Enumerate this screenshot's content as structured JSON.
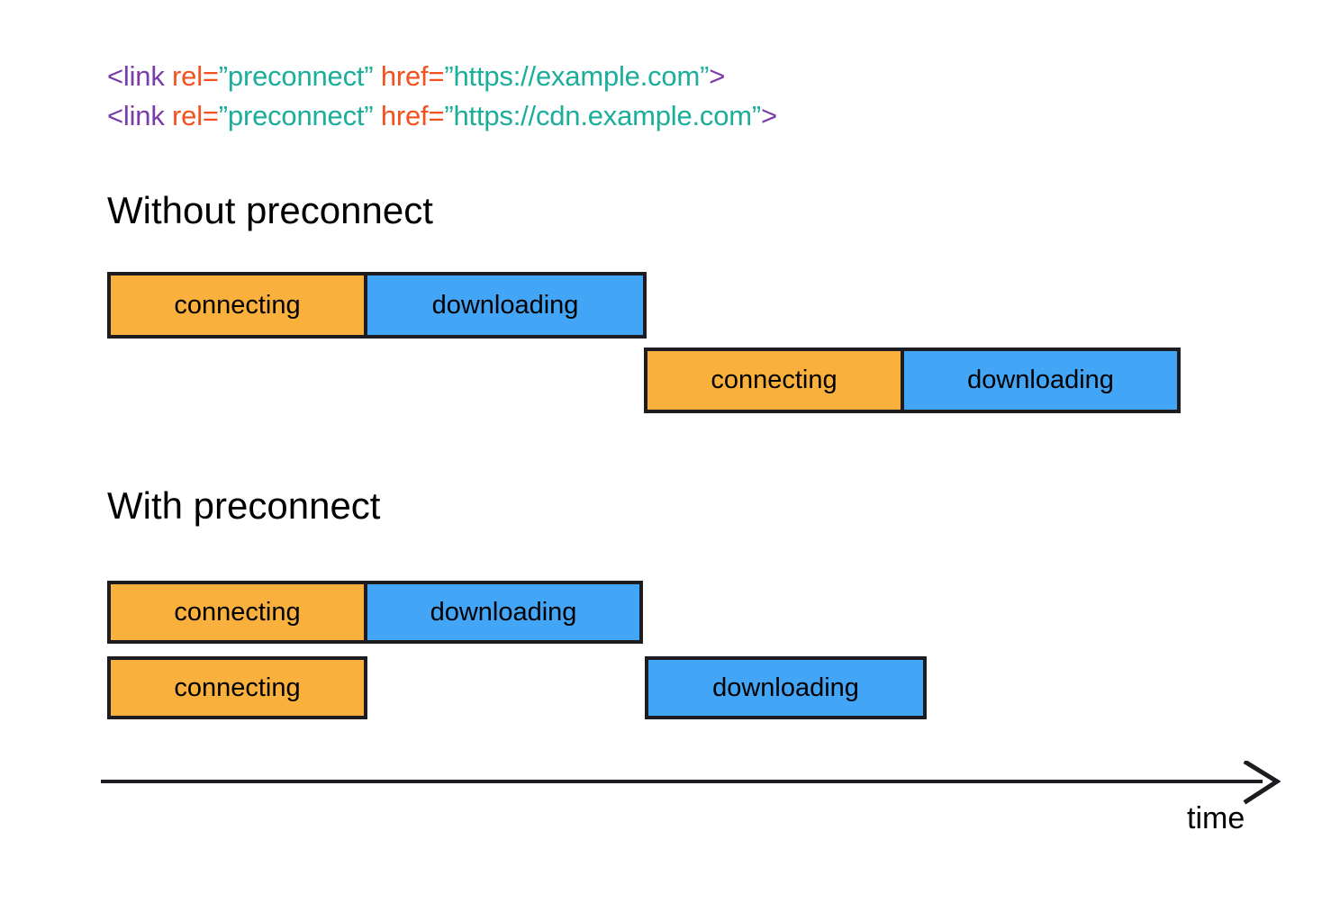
{
  "code": {
    "lines": [
      {
        "tag_open": "<link",
        "attr1": " rel=",
        "val1": "”preconnect”",
        "attr2": " href=",
        "val2": "”https://example.com”",
        "tag_close": ">"
      },
      {
        "tag_open": "<link",
        "attr1": " rel=",
        "val1": "”preconnect”",
        "attr2": " href=",
        "val2": "”https://cdn.example.com”",
        "tag_close": ">"
      }
    ],
    "colors": {
      "tag": "#7A3CA8",
      "attribute": "#F4511E",
      "value": "#1BAE9A"
    }
  },
  "sections": [
    {
      "id": "without",
      "title": "Without preconnect",
      "rows": [
        {
          "segments": [
            {
              "label": "connecting",
              "kind": "connecting"
            },
            {
              "label": "downloading",
              "kind": "downloading"
            }
          ]
        },
        {
          "segments": [
            {
              "label": "connecting",
              "kind": "connecting"
            },
            {
              "label": "downloading",
              "kind": "downloading"
            }
          ]
        }
      ]
    },
    {
      "id": "with",
      "title": "With preconnect",
      "rows": [
        {
          "segments": [
            {
              "label": "connecting",
              "kind": "connecting"
            },
            {
              "label": "downloading",
              "kind": "downloading"
            }
          ]
        },
        {
          "segments": [
            {
              "label": "connecting",
              "kind": "connecting"
            }
          ]
        },
        {
          "segments": [
            {
              "label": "downloading",
              "kind": "downloading"
            }
          ]
        }
      ]
    }
  ],
  "axis": {
    "label": "time"
  },
  "palette": {
    "connecting": "#F9B03C",
    "downloading": "#42A5F5",
    "stroke": "#1D1D21",
    "background": "#FFFFFF"
  }
}
